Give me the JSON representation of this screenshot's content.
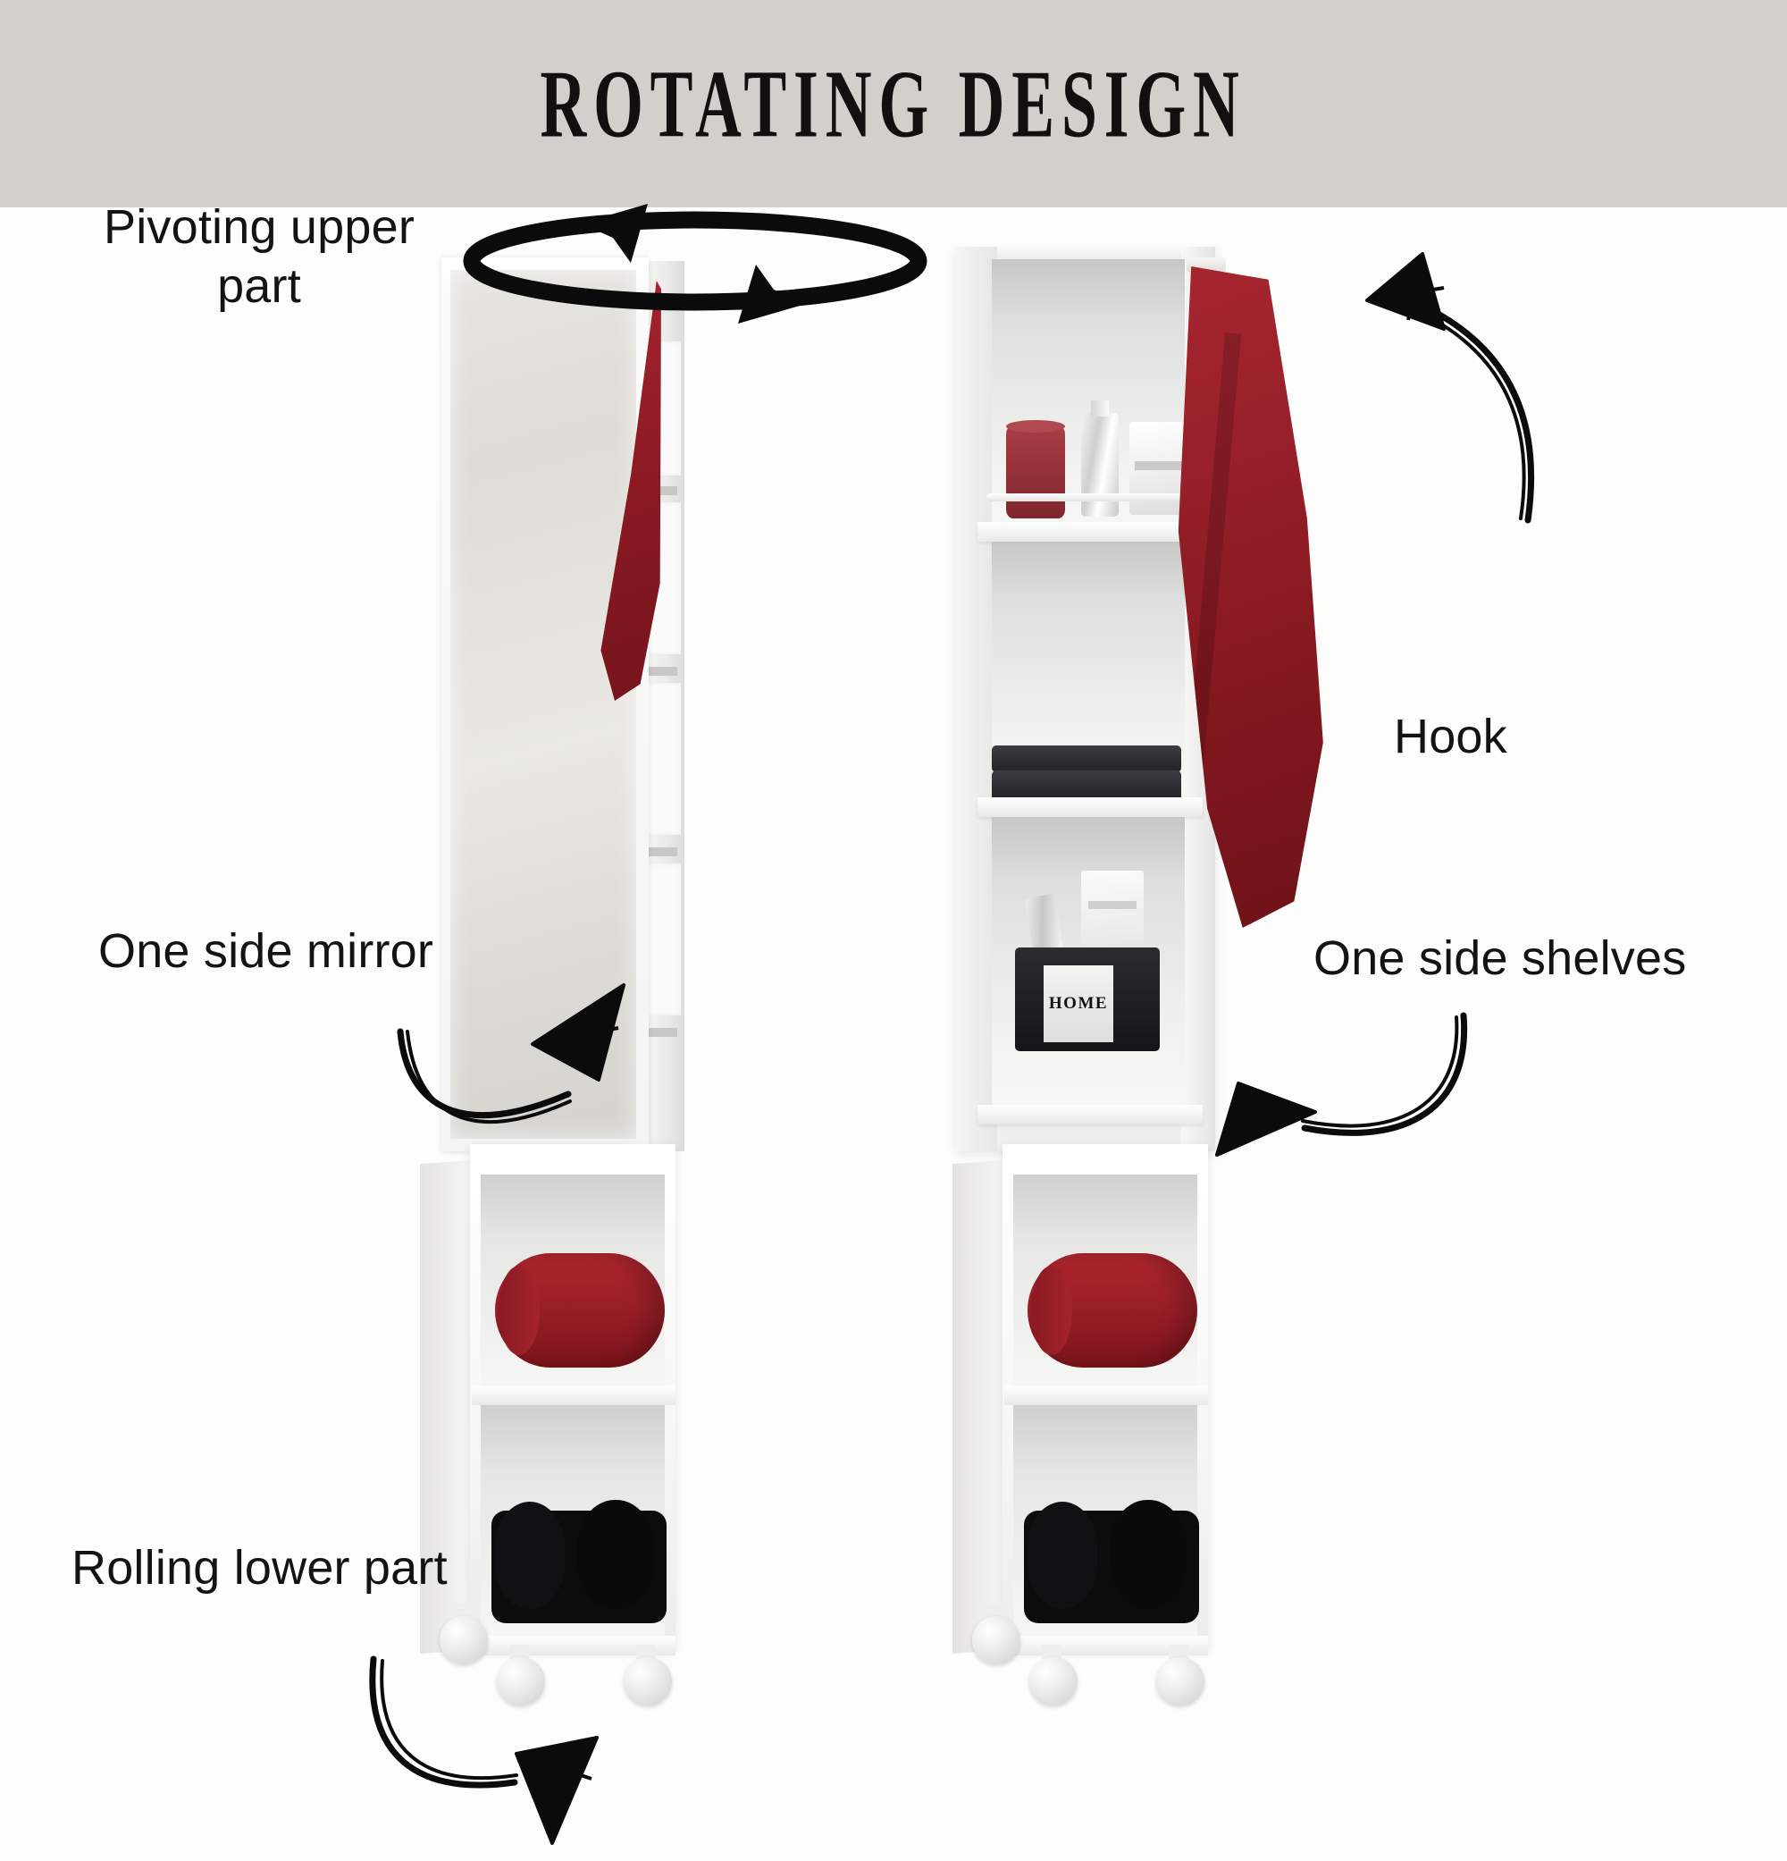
{
  "header": {
    "title": "ROTATING  DESIGN",
    "background_color": "#d3d0cb",
    "text_color": "#12100e"
  },
  "page": {
    "background_color": "#fdfdfc",
    "accent_red": "#9b1f28",
    "annotation_color": "#131313"
  },
  "annotations": [
    {
      "id": "pivoting-upper-part",
      "label": "Pivoting upper\npart",
      "icon": "rotation-arrows-icon",
      "points_to": "upper-rotating-section"
    },
    {
      "id": "hook",
      "label": "Hook",
      "icon": "sketch-arrow-icon",
      "points_to": "towel-hook"
    },
    {
      "id": "one-side-mirror",
      "label": "One side mirror",
      "icon": "sketch-arrow-icon",
      "points_to": "mirror-panel"
    },
    {
      "id": "one-side-shelves",
      "label": "One side shelves",
      "icon": "sketch-arrow-icon",
      "points_to": "shelf-unit"
    },
    {
      "id": "rolling-lower-part",
      "label": "Rolling lower part",
      "icon": "sketch-arrow-icon",
      "points_to": "caster-wheels"
    }
  ],
  "product": {
    "left_unit": {
      "name": "mirror-side-view",
      "mirror_color": "#e0ded8",
      "frame_color": "#ffffff",
      "hanging_towel_color": "#8e1b24"
    },
    "right_unit": {
      "name": "shelf-side-view",
      "frame_color": "#ffffff",
      "hanging_towel_color": "#97202a",
      "shelves": [
        {
          "position": "top",
          "items": [
            "red-pillar-candle",
            "chrome-bottle",
            "white-box"
          ],
          "has_guard_rail": true
        },
        {
          "position": "middle",
          "items": [
            "folded-dark-grey-towels"
          ],
          "has_guard_rail": false
        },
        {
          "position": "bottom",
          "items": [
            "home-storage-basket",
            "bottle",
            "white-package"
          ],
          "has_guard_rail": false
        }
      ],
      "basket_label": "HOME"
    },
    "lower_base": {
      "name": "rolling-base",
      "compartments": [
        {
          "position": "upper",
          "item": "rolled-red-towel",
          "color": "#9b1f28"
        },
        {
          "position": "lower",
          "item": "rolled-black-towels",
          "color": "#0c0c0d"
        }
      ],
      "caster_count": 4,
      "caster_color": "#ebebe9"
    }
  }
}
